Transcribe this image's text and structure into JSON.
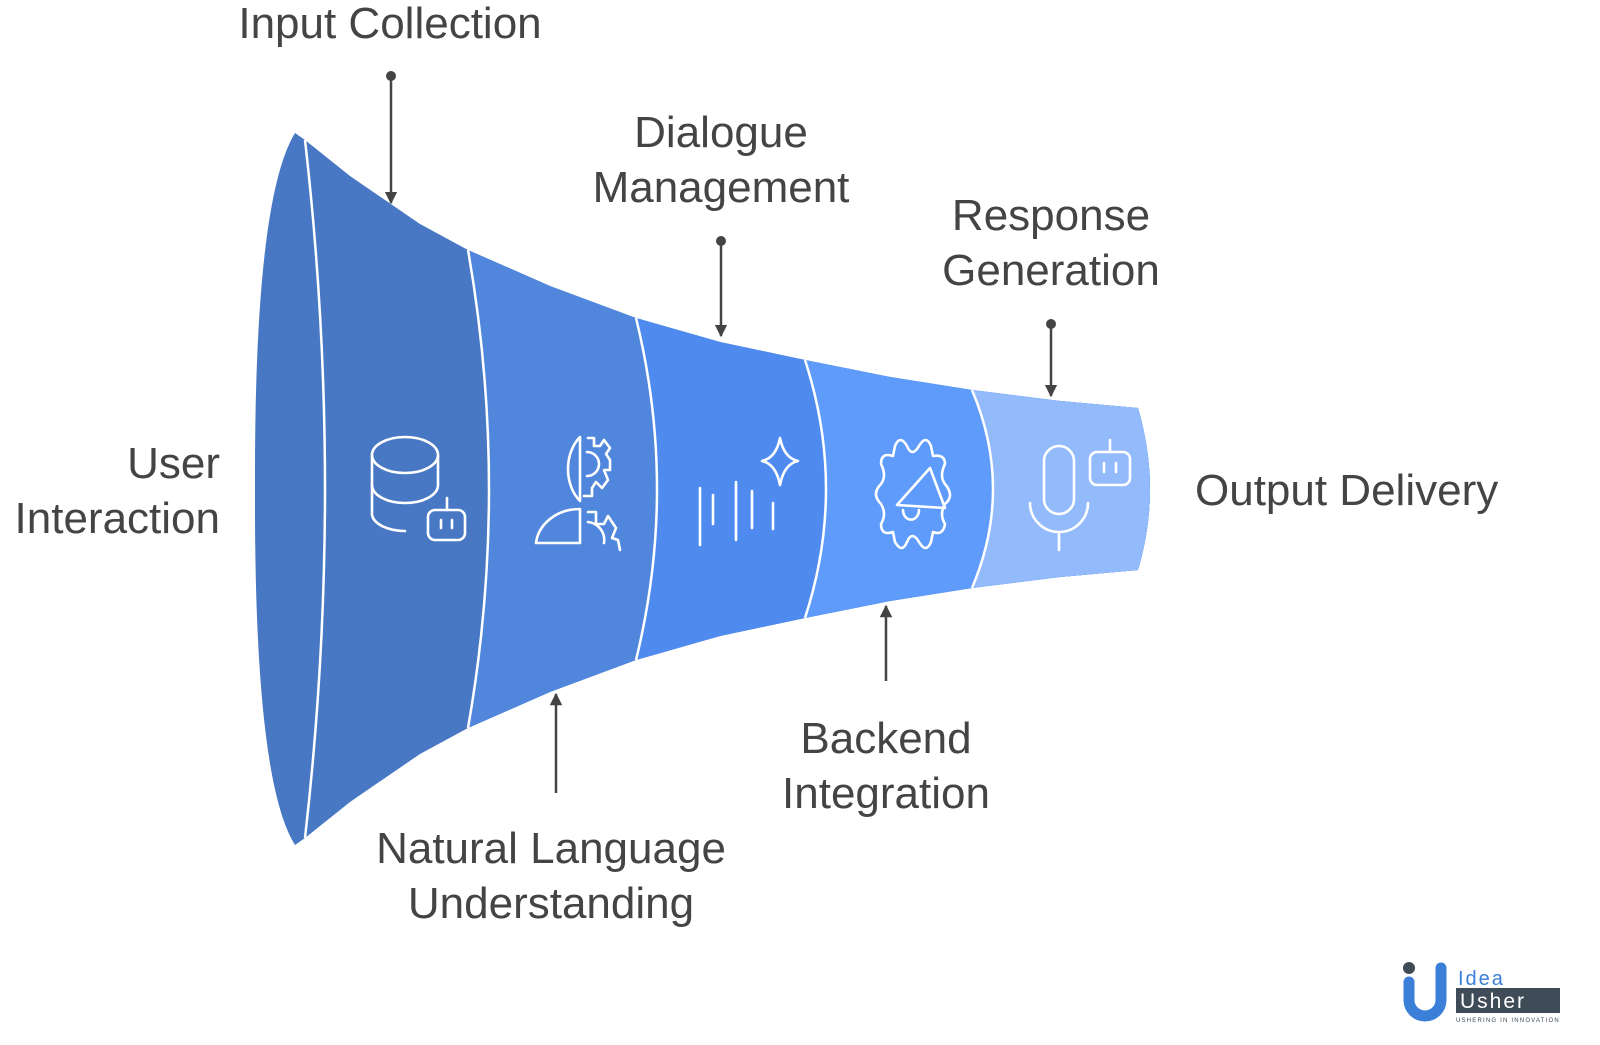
{
  "colors": {
    "stage1": "#4878C4",
    "stage2": "#5087DC",
    "stage3": "#4F8BEF",
    "stage4": "#5F9BFA",
    "stage5": "#93BBFB",
    "text": "#444444",
    "logo_blue": "#3B7FD8",
    "logo_dark": "#3F4B57"
  },
  "stages": [
    {
      "label_lines": [
        "User",
        "Interaction"
      ],
      "icon": "database-bot-icon"
    },
    {
      "label_lines": [
        "Input Collection"
      ],
      "icon": "brain-gear-user-icon"
    },
    {
      "label_lines": [
        "Natural Language",
        "Understanding"
      ],
      "icon": "soundwave-sparkle-icon"
    },
    {
      "label_lines": [
        "Dialogue",
        "Management"
      ],
      "icon": "gear-megaphone-icon"
    },
    {
      "label_lines": [
        "Backend",
        "Integration"
      ],
      "icon": "microphone-bot-icon"
    },
    {
      "label_lines": [
        "Response",
        "Generation"
      ]
    },
    {
      "label_lines": [
        "Output Delivery"
      ]
    }
  ],
  "logo": {
    "word1": "Idea",
    "word2": "Usher",
    "tagline": "USHERING IN INNOVATION"
  }
}
